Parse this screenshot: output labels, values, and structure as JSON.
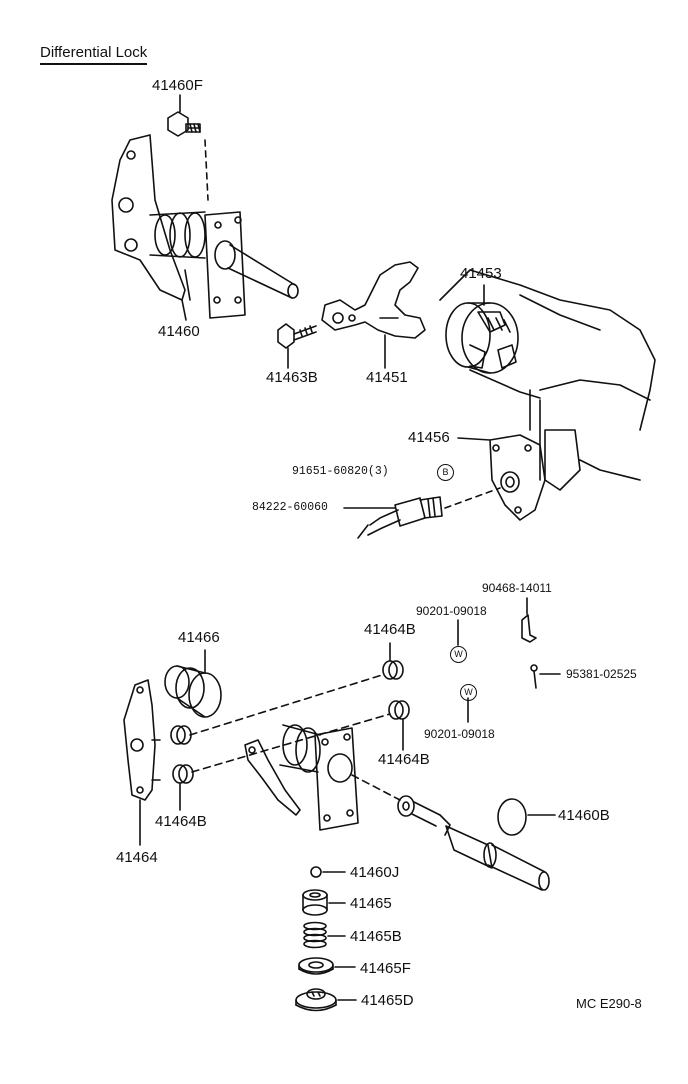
{
  "title": "Differential Lock",
  "footer": "MC  E290-8",
  "labels": {
    "p41460F": "41460F",
    "p41460": "41460",
    "p41463B": "41463B",
    "p41451": "41451",
    "p41453": "41453",
    "p41456": "41456",
    "p91651": "91651-60820(3)",
    "p84222": "84222-60060",
    "p90468": "90468-14011",
    "p90201a": "90201-09018",
    "p90201b": "90201-09018",
    "p95381": "95381-02525",
    "p41466": "41466",
    "p41464Ba": "41464B",
    "p41464Bb": "41464B",
    "p41464Bc": "41464B",
    "p41464": "41464",
    "p41460B": "41460B",
    "p41460J": "41460J",
    "p41465": "41465",
    "p41465B": "41465B",
    "p41465F": "41465F",
    "p41465D": "41465D"
  },
  "markers": {
    "b": "B",
    "w1": "W",
    "w2": "W"
  }
}
